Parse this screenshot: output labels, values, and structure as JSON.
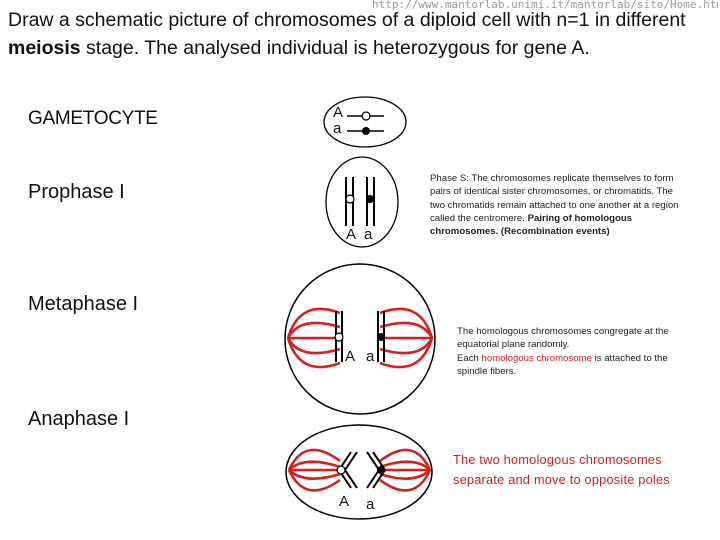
{
  "header": {
    "url": "http://www.mantorlab.unimi.it/mantorlab/sito/Home.html"
  },
  "title": {
    "line1_pre": "Draw a schematic picture of chromosomes of a diploid cell with n=1 in different ",
    "bold": "meiosis",
    "line1_post": " stage. The analysed individual is heterozygous for gene A."
  },
  "stages": {
    "gametocyte": "GAMETOCYTE",
    "prophase": "Prophase I",
    "metaphase": "Metaphase I",
    "anaphase": "Anaphase I"
  },
  "alleles": {
    "big": "A",
    "small": "a"
  },
  "notes": {
    "prophase": {
      "text": "Phase S: The chromosomes replicate themselves to form pairs of identical sister chromosomes, or chromatids. The two chromatids remain attached to one another at a region called the centromere.",
      "bold": "Pairing of homologous chromosomes. (Recombination events)"
    },
    "metaphase": {
      "text1": "The homologous chromosomes congregate at the equatorial plane randomly.",
      "text2_pre": "Each ",
      "text2_highlight": "homologous chromosome",
      "text2_post": " is attached to the spindle fibers."
    },
    "anaphase": "The two homologous chromosomes separate and move to opposite poles"
  },
  "colors": {
    "spindle": "#d81e1e",
    "chromosome": "#000000",
    "highlight": "#cc1f1f"
  }
}
